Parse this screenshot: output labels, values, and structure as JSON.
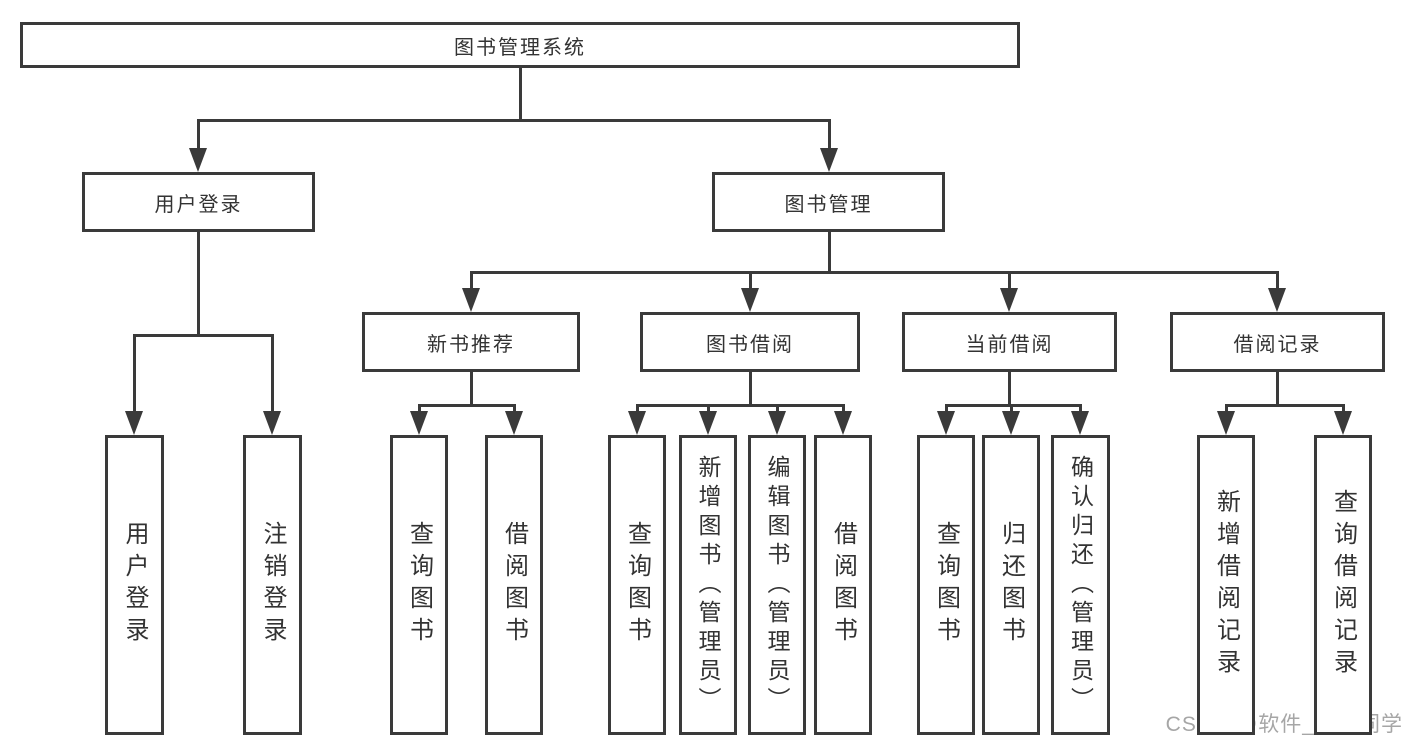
{
  "watermark": "CSDN @软件_小贺同学",
  "diagram": {
    "title": "图书管理系统",
    "nodes": {
      "root": "图书管理系统",
      "user-login": "用户登录",
      "book-mgmt": "图书管理",
      "new-book-rec": "新书推荐",
      "book-borrow": "图书借阅",
      "current-borrow": "当前借阅",
      "borrow-records": "借阅记录",
      "user-login-leaf": "用户登录",
      "logout": "注销登录",
      "nb-query-books": "查询图书",
      "nb-borrow-books": "借阅图书",
      "bb-query-books": "查询图书",
      "bb-add-books": "新增图书（管理员）",
      "bb-edit-books": "编辑图书（管理员）",
      "bb-borrow-books": "借阅图书",
      "cb-query-books": "查询图书",
      "cb-return-books": "归还图书",
      "cb-confirm-return": "确认归还（管理员）",
      "br-add-record": "新增借阅记录",
      "br-query-record": "查询借阅记录"
    },
    "structure": {
      "root": [
        "user-login",
        "book-mgmt"
      ],
      "user-login": [
        "user-login-leaf",
        "logout"
      ],
      "book-mgmt": [
        "new-book-rec",
        "book-borrow",
        "current-borrow",
        "borrow-records"
      ],
      "new-book-rec": [
        "nb-query-books",
        "nb-borrow-books"
      ],
      "book-borrow": [
        "bb-query-books",
        "bb-add-books",
        "bb-edit-books",
        "bb-borrow-books"
      ],
      "current-borrow": [
        "cb-query-books",
        "cb-return-books",
        "cb-confirm-return"
      ],
      "borrow-records": [
        "br-add-record",
        "br-query-record"
      ]
    }
  }
}
